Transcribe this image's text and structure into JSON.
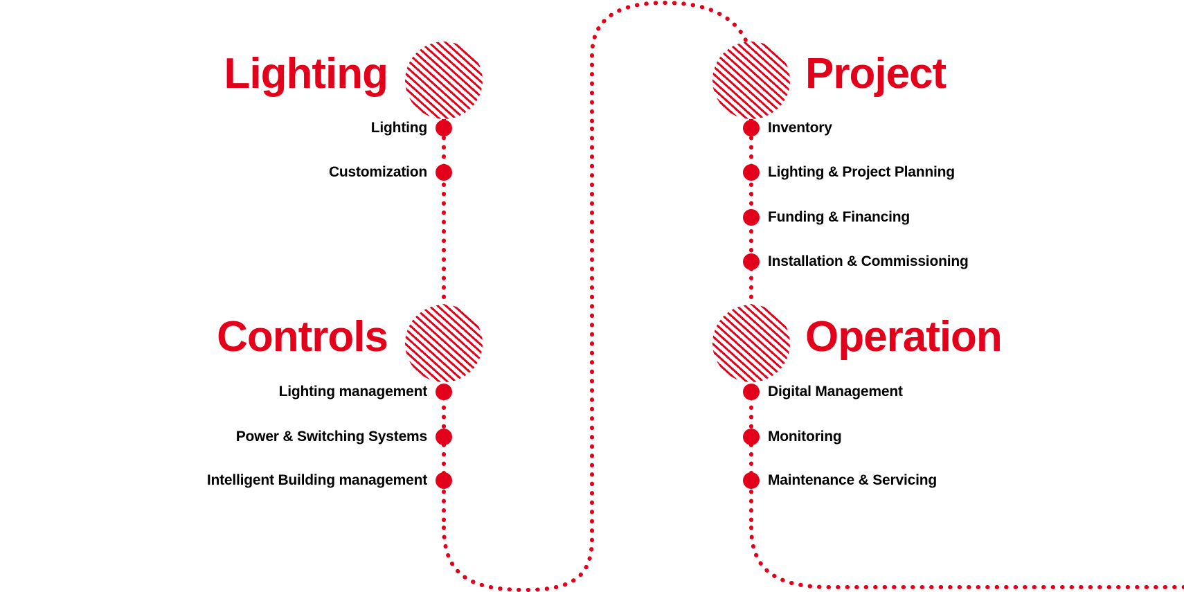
{
  "meta": {
    "title": "Lighting / Controls / Project / Operation value chain",
    "accent_color": "#E2001A",
    "text_color": "#000000",
    "background_color": "#FFFFFF"
  },
  "sections": [
    {
      "id": "lighting",
      "heading": "Lighting",
      "side": "left",
      "node_icon": "hatched-circle-icon",
      "items": [
        {
          "label": "Lighting"
        },
        {
          "label": "Customization"
        }
      ]
    },
    {
      "id": "controls",
      "heading": "Controls",
      "side": "left",
      "node_icon": "hatched-circle-icon",
      "items": [
        {
          "label": "Lighting management"
        },
        {
          "label": "Power & Switching Systems"
        },
        {
          "label": "Intelligent Building management"
        }
      ]
    },
    {
      "id": "project",
      "heading": "Project",
      "side": "right",
      "node_icon": "hatched-circle-icon",
      "items": [
        {
          "label": "Inventory"
        },
        {
          "label": "Lighting & Project Planning"
        },
        {
          "label": "Funding & Financing"
        },
        {
          "label": "Installation & Commissioning"
        }
      ]
    },
    {
      "id": "operation",
      "heading": "Operation",
      "side": "right",
      "node_icon": "hatched-circle-icon",
      "items": [
        {
          "label": "Digital Management"
        },
        {
          "label": "Monitoring"
        },
        {
          "label": "Maintenance & Servicing"
        }
      ]
    }
  ],
  "connectors": {
    "style": "dotted",
    "color": "#E2001A",
    "description": "Dotted spine running down each column, looping from the bottom of the left column around to the top of the right column, and exiting right at the bottom."
  }
}
